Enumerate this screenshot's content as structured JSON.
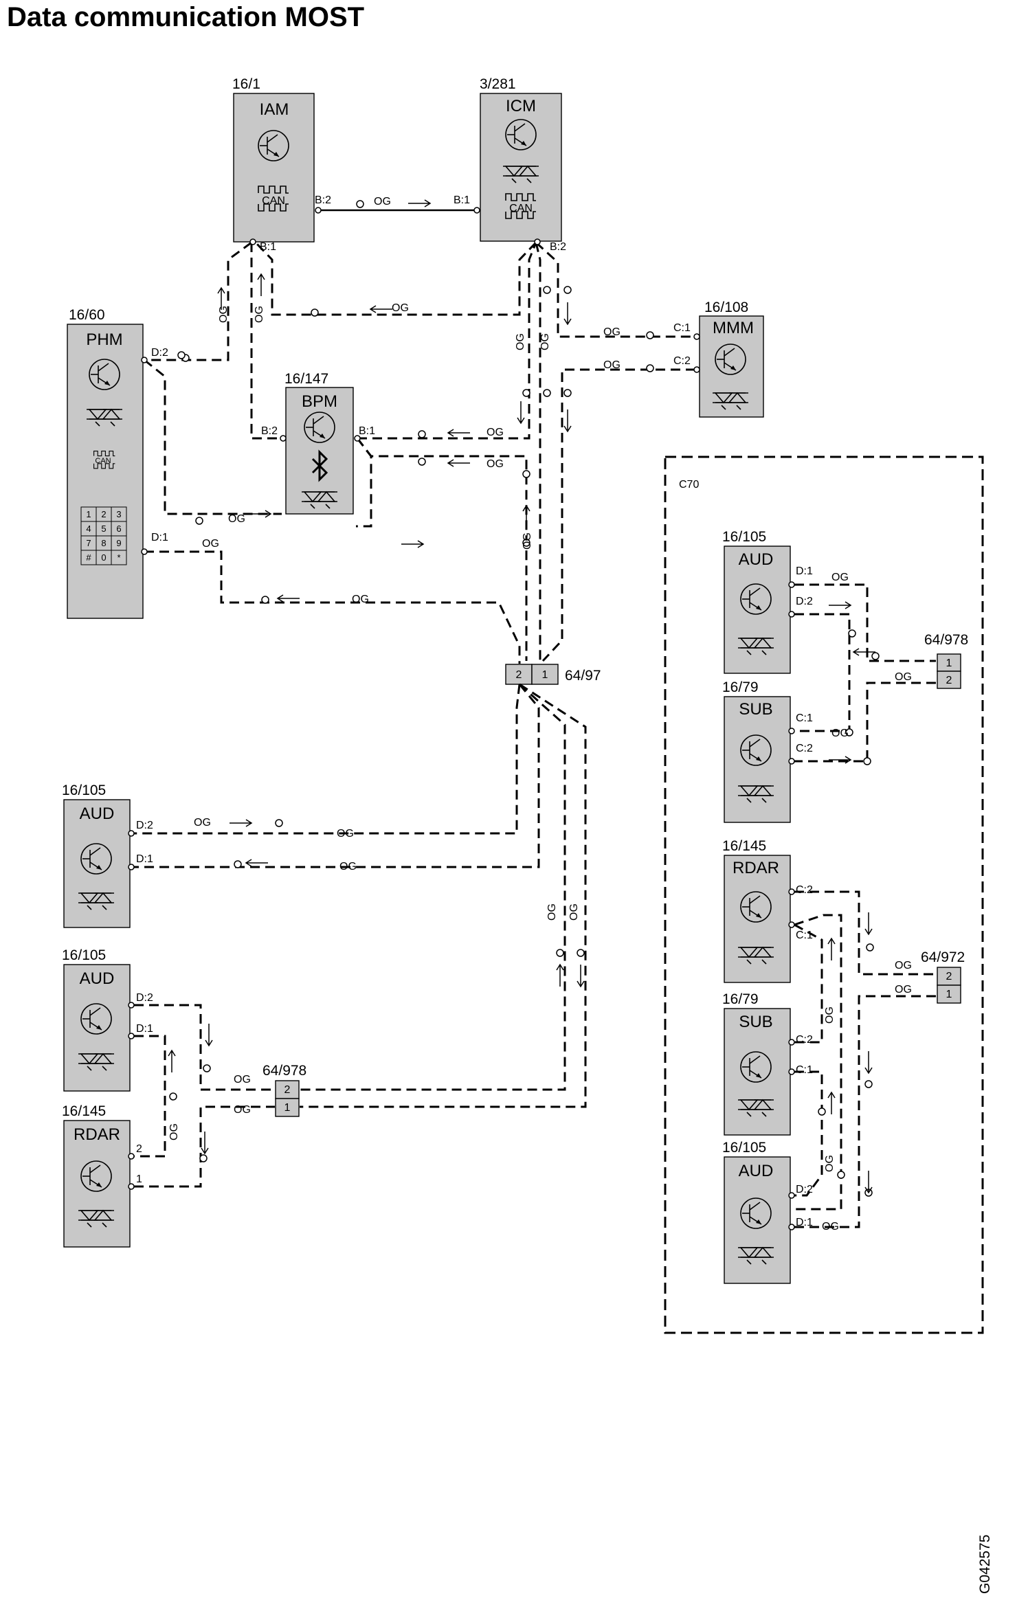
{
  "title": "Data communication MOST",
  "figure_id": "G042575",
  "wire_color": "OG",
  "enclosure": "C70",
  "components": [
    {
      "ref": "16/1",
      "name": "IAM"
    },
    {
      "ref": "3/281",
      "name": "ICM"
    },
    {
      "ref": "16/60",
      "name": "PHM"
    },
    {
      "ref": "16/147",
      "name": "BPM"
    },
    {
      "ref": "16/108",
      "name": "MMM"
    },
    {
      "ref": "16/105",
      "name": "AUD"
    },
    {
      "ref": "16/105",
      "name": "AUD"
    },
    {
      "ref": "16/145",
      "name": "RDAR"
    },
    {
      "ref": "16/105",
      "name": "AUD"
    },
    {
      "ref": "16/79",
      "name": "SUB"
    },
    {
      "ref": "16/145",
      "name": "RDAR"
    },
    {
      "ref": "16/79",
      "name": "SUB"
    },
    {
      "ref": "16/105",
      "name": "AUD"
    }
  ],
  "connectors": [
    {
      "ref": "64/97",
      "pins": [
        "2",
        "1"
      ]
    },
    {
      "ref": "64/978",
      "pins": [
        "2",
        "1"
      ]
    },
    {
      "ref": "64/978",
      "pins": [
        "1",
        "2"
      ]
    },
    {
      "ref": "64/972",
      "pins": [
        "2",
        "1"
      ]
    }
  ],
  "pins": {
    "iam": [
      "B:2",
      "B:1"
    ],
    "icm": [
      "B:1",
      "B:2"
    ],
    "phm": [
      "D:2",
      "D:1"
    ],
    "bpm": [
      "B:2",
      "B:1"
    ],
    "mmm": [
      "C:1",
      "C:2"
    ],
    "aud_l1": [
      "D:2",
      "D:1"
    ],
    "aud_l2": [
      "D:2",
      "D:1"
    ],
    "rdar_l": [
      "2",
      "1"
    ],
    "aud_r1": [
      "D:1",
      "D:2"
    ],
    "sub_r1": [
      "C:1",
      "C:2"
    ],
    "rdar_r": [
      "C:2",
      "C:1"
    ],
    "sub_r2": [
      "C:2",
      "C:1"
    ],
    "aud_r2": [
      "D:2",
      "D:1"
    ]
  },
  "icon_names": [
    "transistor-icon",
    "can-signal-icon",
    "diode-pair-icon",
    "bluetooth-icon",
    "keypad-icon"
  ],
  "keypad_keys": [
    "1",
    "2",
    "3",
    "4",
    "5",
    "6",
    "7",
    "8",
    "9",
    "#",
    "0",
    "*"
  ],
  "can_label": "CAN"
}
